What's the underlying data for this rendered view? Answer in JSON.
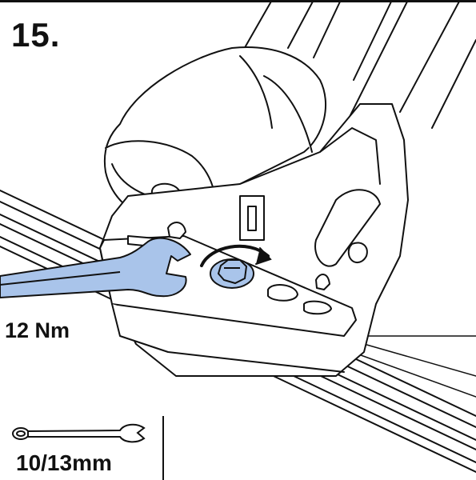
{
  "step": {
    "number": "15."
  },
  "torque": {
    "value": "12 Nm"
  },
  "tool": {
    "size": "10/13mm",
    "icon": "wrench-icon"
  },
  "colors": {
    "wrench": "#a9c4ea",
    "outline": "#111111",
    "background": "#ffffff"
  }
}
